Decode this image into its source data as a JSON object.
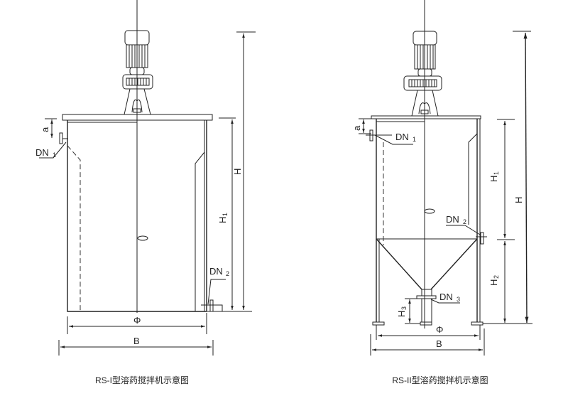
{
  "diagrams": [
    {
      "caption": "RS-I型溶药搅拌机示意图",
      "labels": {
        "a": "a",
        "dn1": "DN",
        "dn1_sub": "1",
        "dn2": "DN",
        "dn2_sub": "2",
        "h": "H",
        "h1": "H",
        "h1_sub": "1",
        "phi": "Φ",
        "b": "B"
      }
    },
    {
      "caption": "RS-II型溶药搅拌机示意图",
      "labels": {
        "a": "a",
        "dn1": "DN",
        "dn1_sub": "1",
        "dn2": "DN",
        "dn2_sub": "2",
        "dn3": "DN",
        "dn3_sub": "3",
        "h": "H",
        "h1": "H",
        "h1_sub": "1",
        "h2": "H",
        "h2_sub": "2",
        "h3": "H",
        "h3_sub": "3",
        "phi": "Φ",
        "b": "B"
      }
    }
  ]
}
